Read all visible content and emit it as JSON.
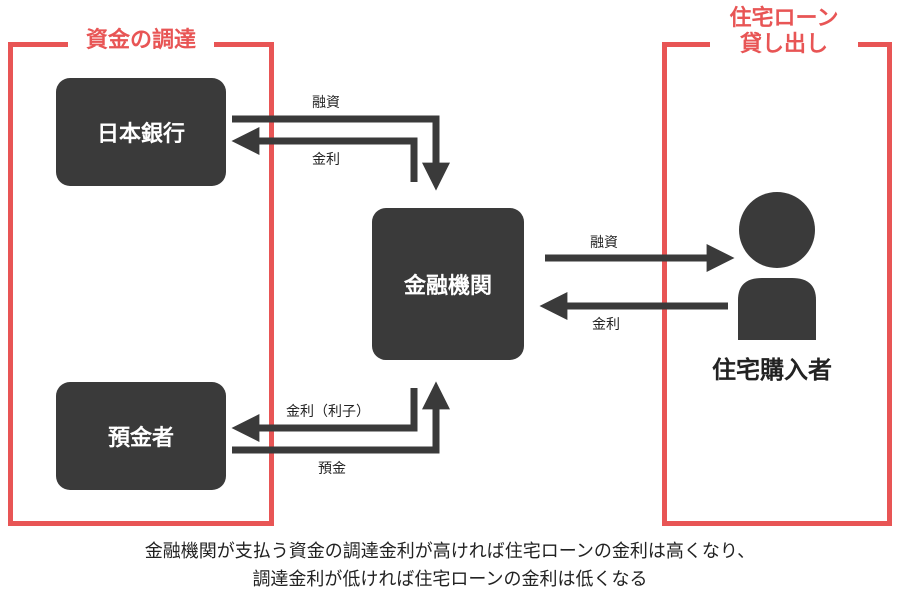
{
  "groups": {
    "funding": {
      "label": "資金の調達"
    },
    "lending": {
      "label_line1": "住宅ローン",
      "label_line2": "貸し出し"
    }
  },
  "nodes": {
    "boj": "日本銀行",
    "depositor": "預金者",
    "bank": "金融機関",
    "buyer": "住宅購入者"
  },
  "flows": {
    "boj_to_bank": "融資",
    "bank_to_boj": "金利",
    "bank_to_depositor": "金利（利子）",
    "depositor_to_bank": "預金",
    "bank_to_buyer": "融資",
    "buyer_to_bank": "金利"
  },
  "caption": {
    "line1": "金融機関が支払う資金の調達金利が高ければ住宅ローンの金利は高くなり、",
    "line2": "調達金利が低ければ住宅ローンの金利は低くなる"
  },
  "colors": {
    "accent": "#e85555",
    "node": "#3a3a3a",
    "arrow": "#3a3a3a"
  },
  "icons": {
    "buyer": "person-icon"
  }
}
